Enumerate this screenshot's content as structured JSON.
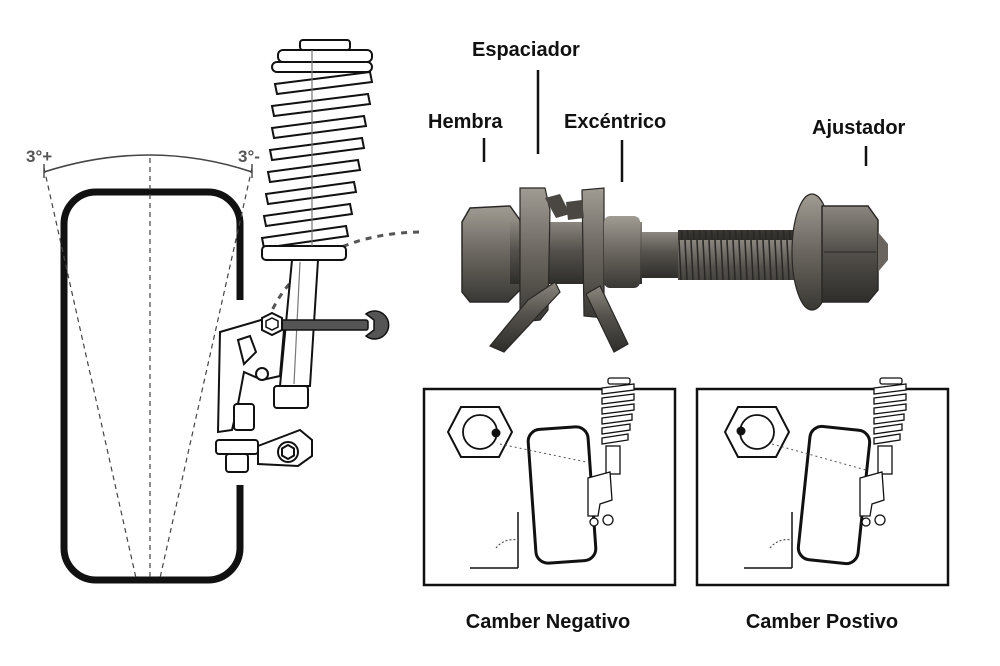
{
  "diagram": {
    "camber_left_label": "3°+",
    "camber_right_label": "3°-",
    "part_labels": {
      "espaciador": "Espaciador",
      "hembra": "Hembra",
      "excentrico": "Excéntrico",
      "ajustador": "Ajustador"
    },
    "panels": {
      "negative": {
        "caption": "Camber Negativo"
      },
      "positive": {
        "caption": "Camber Postivo"
      }
    }
  }
}
